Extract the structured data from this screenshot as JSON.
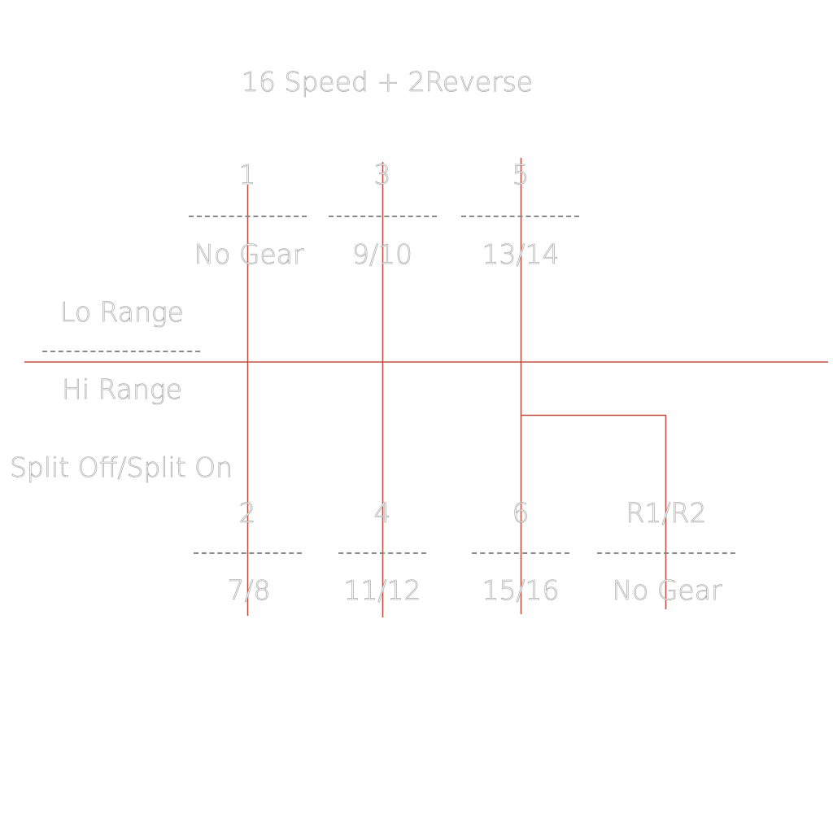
{
  "title": "16 Speed + 2Reverse",
  "line_color": "#b94a3c",
  "labels": {
    "lo_range": "Lo Range",
    "hi_range": "Hi Range",
    "split": "Split Off/Split On"
  },
  "top_row": [
    {
      "gear": "1",
      "split_gears": "No Gear"
    },
    {
      "gear": "3",
      "split_gears": "9/10"
    },
    {
      "gear": "5",
      "split_gears": "13/14"
    }
  ],
  "bottom_row": [
    {
      "gear": "2",
      "split_gears": "7/8"
    },
    {
      "gear": "4",
      "split_gears": "11/12"
    },
    {
      "gear": "6",
      "split_gears": "15/16"
    },
    {
      "gear": "R1/R2",
      "split_gears": "No Gear"
    }
  ]
}
